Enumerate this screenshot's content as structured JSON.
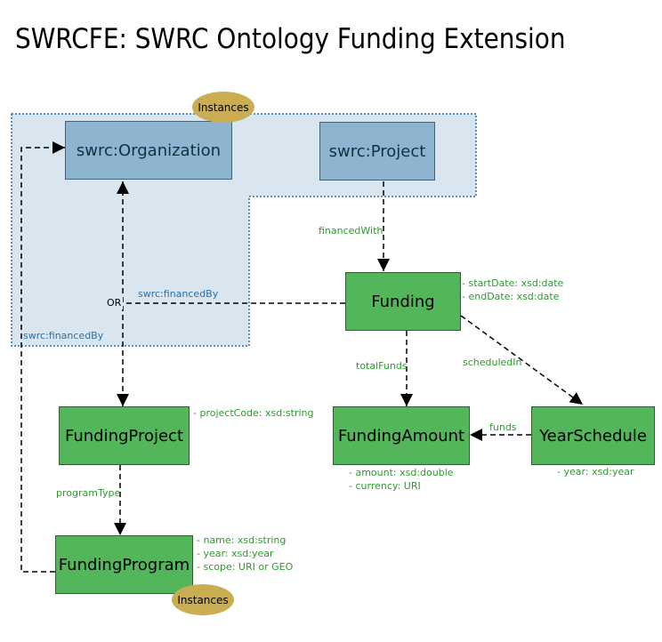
{
  "title": "SWRCFE: SWRC Ontology Funding Extension",
  "colors": {
    "class_fill": "#54b65a",
    "external_fill": "#8eb5cf",
    "region_fill": "#d9e6ef",
    "region_border": "#2d6fa4",
    "instances_fill": "#c9ad50",
    "green_label": "#2e9a2e",
    "blue_label": "#2d6fa4",
    "edge": "#000000"
  },
  "nodes": {
    "organization": "swrc:Organization",
    "project": "swrc:Project",
    "funding": "Funding",
    "funding_project": "FundingProject",
    "funding_amount": "FundingAmount",
    "year_schedule": "YearSchedule",
    "funding_program": "FundingProgram"
  },
  "instances": {
    "top": "Instances",
    "bottom": "Instances"
  },
  "edge_labels": {
    "financed_with": "financedWith",
    "swrc_financed_by": "swrc:financedBy",
    "swrc_financed_by_left": "swrc:financedBy",
    "or": "OR",
    "total_funds": "totalFunds",
    "scheduled_in": "scheduledIn",
    "funds": "funds",
    "program_type": "programType"
  },
  "attributes": {
    "funding": [
      "- startDate: xsd:date",
      "- endDate: xsd:date"
    ],
    "funding_project": [
      "- projectCode: xsd:string"
    ],
    "funding_amount": [
      "- amount: xsd:double",
      "- currency: URI"
    ],
    "year_schedule": [
      "- year: xsd:year"
    ],
    "funding_program": [
      "- name: xsd:string",
      "- year: xsd:year",
      "- scope: URI or GEO"
    ]
  }
}
